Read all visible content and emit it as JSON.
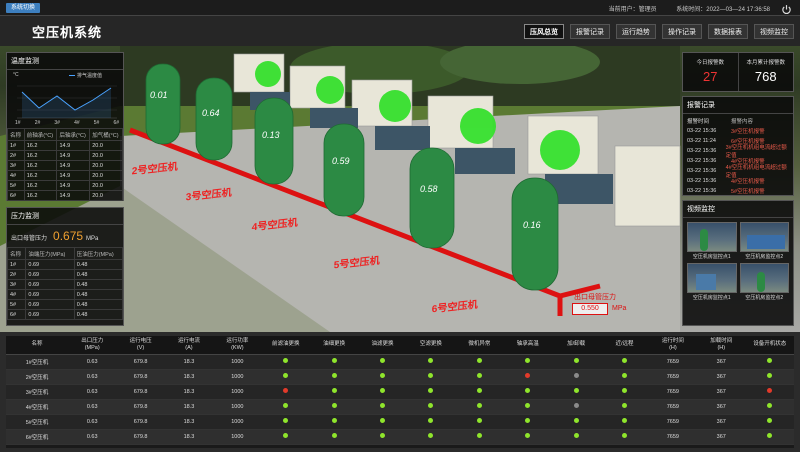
{
  "topbar": {
    "switch_label": "系统切换",
    "user_label": "当前用户：",
    "user_name": "管理员",
    "time_label": "系统时间：",
    "time_value": "2022—03—24 17:36:58"
  },
  "header": {
    "title": "空压机系统",
    "tabs": [
      "压风总览",
      "报警记录",
      "运行趋势",
      "操作记录",
      "数据报表",
      "视频监控"
    ]
  },
  "temp_panel": {
    "title": "温度监测",
    "unit": "°C",
    "legend": "排气温度值",
    "x_ticks": [
      "1#",
      "2#",
      "3#",
      "4#",
      "5#",
      "6#"
    ],
    "headers": [
      "名称",
      "前轴承(°C)",
      "后轴承(°C)",
      "加气桶(°C)"
    ],
    "rows": [
      [
        "1#",
        "16.2",
        "14.9",
        "20.0"
      ],
      [
        "2#",
        "16.2",
        "14.9",
        "20.0"
      ],
      [
        "3#",
        "16.2",
        "14.9",
        "20.0"
      ],
      [
        "4#",
        "16.2",
        "14.9",
        "20.0"
      ],
      [
        "5#",
        "16.2",
        "14.9",
        "20.0"
      ],
      [
        "6#",
        "16.2",
        "14.9",
        "20.0"
      ]
    ]
  },
  "pressure_panel": {
    "title": "压力监测",
    "outlet_label": "出口母管压力",
    "outlet_value": "0.675",
    "outlet_unit": "MPa",
    "headers": [
      "名称",
      "油端压力(MPa)",
      "压油压力(MPa)"
    ],
    "rows": [
      [
        "1#",
        "0.69",
        "0.48"
      ],
      [
        "2#",
        "0.69",
        "0.48"
      ],
      [
        "3#",
        "0.69",
        "0.48"
      ],
      [
        "4#",
        "0.69",
        "0.48"
      ],
      [
        "5#",
        "0.69",
        "0.48"
      ],
      [
        "6#",
        "0.69",
        "0.48"
      ]
    ]
  },
  "stats": {
    "today_label": "今日报警数",
    "today_value": "27",
    "month_label": "本月累计报警数",
    "month_value": "768"
  },
  "alarm_panel": {
    "title": "报警记录",
    "col_time": "报警时间",
    "col_content": "报警内容",
    "rows": [
      {
        "time": "03-22 15:36",
        "content": "3#空压机报警"
      },
      {
        "time": "03-22 11:24",
        "content": "6#空压机报警"
      },
      {
        "time": "03-22 15:36",
        "content": "3#空压机机组电流超过额定值"
      },
      {
        "time": "03-22 15:36",
        "content": "4#空压机报警"
      },
      {
        "time": "03-22 15:36",
        "content": "4#空压机机组电流超过额定值"
      },
      {
        "time": "03-22 15:36",
        "content": "4#空压机报警"
      },
      {
        "time": "03-22 15:36",
        "content": "5#空压机报警"
      }
    ]
  },
  "video_panel": {
    "title": "视频监控",
    "cams": [
      "空压机房监控点1",
      "空压机房监控点2",
      "空压机房监控点1",
      "空压机房监控点2"
    ]
  },
  "scene": {
    "tank_values": [
      "0.01",
      "0.64",
      "0.13",
      "0.59",
      "0.58",
      "0.16"
    ],
    "labels": [
      "2号空压机",
      "3号空压机",
      "4号空压机",
      "5号空压机",
      "6号空压机"
    ],
    "outlet_title": "出口母管压力",
    "outlet_value": "0.550",
    "outlet_unit": "MPa"
  },
  "table": {
    "headers": [
      "名称",
      "出口压力\n(MPa)",
      "运行电压\n(V)",
      "运行电流\n(A)",
      "运行功率\n(KW)",
      "前滤油更换",
      "油细更换",
      "油滤更换",
      "空滤更换",
      "微机异常",
      "轴承高温",
      "加/卸载",
      "近/远程",
      "运行时间\n(H)",
      "加载时间\n(H)",
      "设备开机状态"
    ],
    "rows": [
      {
        "name": "1#空压机",
        "p": "0.63",
        "v": "679.8",
        "a": "18.3",
        "kw": "1000",
        "s": [
          "green",
          "green",
          "green",
          "green",
          "green",
          "green",
          "green",
          "green"
        ],
        "rt": "7659",
        "lt": "367",
        "on": "green"
      },
      {
        "name": "2#空压机",
        "p": "0.63",
        "v": "679.8",
        "a": "18.3",
        "kw": "1000",
        "s": [
          "green",
          "green",
          "green",
          "green",
          "green",
          "red",
          "gray",
          "green"
        ],
        "rt": "7659",
        "lt": "367",
        "on": "green"
      },
      {
        "name": "3#空压机",
        "p": "0.63",
        "v": "679.8",
        "a": "18.3",
        "kw": "1000",
        "s": [
          "red",
          "green",
          "green",
          "green",
          "green",
          "green",
          "green",
          "green"
        ],
        "rt": "7659",
        "lt": "367",
        "on": "red"
      },
      {
        "name": "4#空压机",
        "p": "0.63",
        "v": "679.8",
        "a": "18.3",
        "kw": "1000",
        "s": [
          "green",
          "green",
          "green",
          "green",
          "green",
          "green",
          "gray",
          "green"
        ],
        "rt": "7659",
        "lt": "367",
        "on": "green"
      },
      {
        "name": "5#空压机",
        "p": "0.63",
        "v": "679.8",
        "a": "18.3",
        "kw": "1000",
        "s": [
          "green",
          "green",
          "green",
          "green",
          "green",
          "green",
          "green",
          "green"
        ],
        "rt": "7659",
        "lt": "367",
        "on": "green"
      },
      {
        "name": "6#空压机",
        "p": "0.63",
        "v": "679.8",
        "a": "18.3",
        "kw": "1000",
        "s": [
          "green",
          "green",
          "green",
          "green",
          "green",
          "green",
          "green",
          "green"
        ],
        "rt": "7659",
        "lt": "367",
        "on": "green"
      }
    ]
  }
}
